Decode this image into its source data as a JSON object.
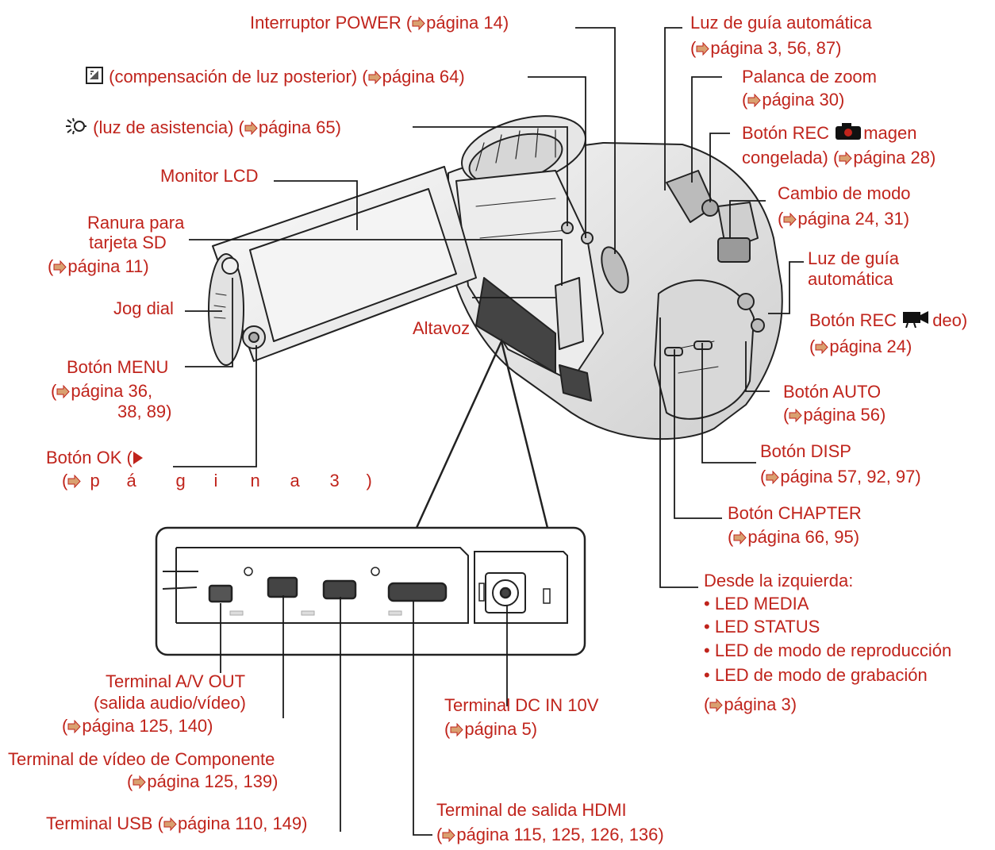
{
  "page_word": "página",
  "labels": {
    "power": {
      "name": "Interruptor POWER",
      "ref": "14"
    },
    "guide_light_top": {
      "name": "Luz de guía automática",
      "ref": "3, 56, 87"
    },
    "backlight": {
      "name": "(compensación de luz posterior)",
      "ref": "64"
    },
    "zoom": {
      "name": "Palanca de zoom",
      "ref": "30"
    },
    "assist": {
      "name": "(luz de asistencia)",
      "ref": "65"
    },
    "rec_photo": {
      "name1": "Botón REC",
      "name2": "magen",
      "name3": "congelada)",
      "ref": "28"
    },
    "lcd": {
      "name": "Monitor LCD"
    },
    "mode": {
      "name": "Cambio de modo",
      "ref": "24, 31"
    },
    "sd": {
      "line1": "Ranura para",
      "line2": "tarjeta SD",
      "ref": "11"
    },
    "guide_light_side": {
      "line1": "Luz de guía",
      "line2": "automática"
    },
    "jog": {
      "name": "Jog dial"
    },
    "speaker": {
      "name": "Altavoz"
    },
    "rec_video": {
      "name1": "Botón REC",
      "name2": "deo)",
      "ref": "24"
    },
    "menu": {
      "name": "Botón MENU",
      "ref": "36,",
      "ref2": "38, 89)"
    },
    "auto": {
      "name": "Botón AUTO",
      "ref": "56"
    },
    "ok": {
      "name": "Botón OK (",
      "spread": [
        "p",
        "á",
        "g",
        "i",
        "n",
        "a",
        "3",
        ")"
      ]
    },
    "disp": {
      "name": "Botón DISP",
      "ref": "57, 92, 97"
    },
    "chapter": {
      "name": "Botón CHAPTER",
      "ref": "66, 95"
    },
    "leds": {
      "title": "Desde la izquierda:",
      "items": [
        "LED MEDIA",
        "LED STATUS",
        "LED de modo de reproducción",
        "LED de modo de grabación"
      ],
      "ref": "3"
    },
    "av_out": {
      "line1": "Terminal A/V OUT",
      "line2": "(salida audio/vídeo)",
      "ref": "125, 140"
    },
    "dc_in": {
      "name": "Terminal DC IN 10V",
      "ref": "5"
    },
    "component": {
      "name": "Terminal de vídeo de Componente",
      "ref": "125, 139"
    },
    "usb": {
      "name": "Terminal USB",
      "ref": "110, 149"
    },
    "hdmi": {
      "name": "Terminal de salida HDMI",
      "ref": "115, 125, 126, 136"
    }
  },
  "colors": {
    "label": "#c0241c",
    "line": "#1a1a1a",
    "stroke": "#222222"
  }
}
